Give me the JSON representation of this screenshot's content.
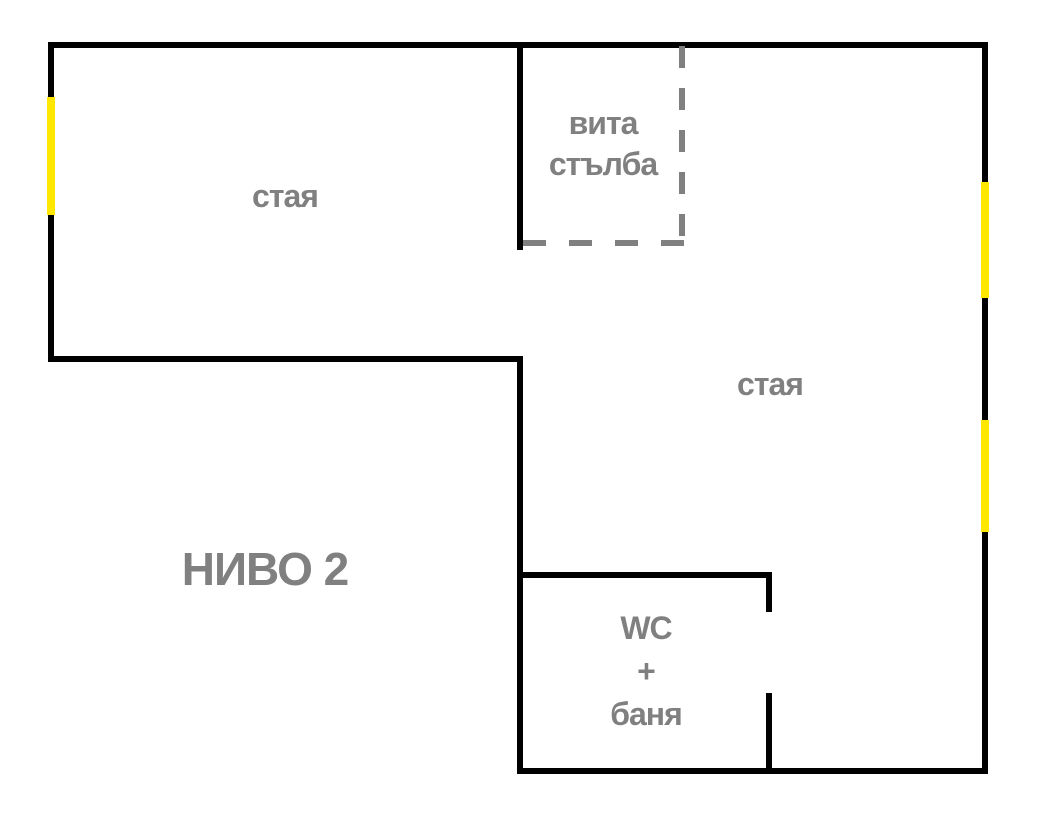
{
  "colors": {
    "wall": "#000000",
    "window": "#ffe700",
    "dashes": "#808080",
    "label": "#808080",
    "bg": "#ffffff"
  },
  "floor_plan": {
    "level_title": "НИВО 2",
    "rooms": {
      "room_top_left": {
        "label": "стая"
      },
      "room_right": {
        "label": "стая"
      },
      "spiral_staircase": {
        "label_lines": [
          "вита",
          "стълба"
        ]
      },
      "bathroom": {
        "label_lines": [
          "WC",
          "+",
          "баня"
        ]
      }
    }
  }
}
